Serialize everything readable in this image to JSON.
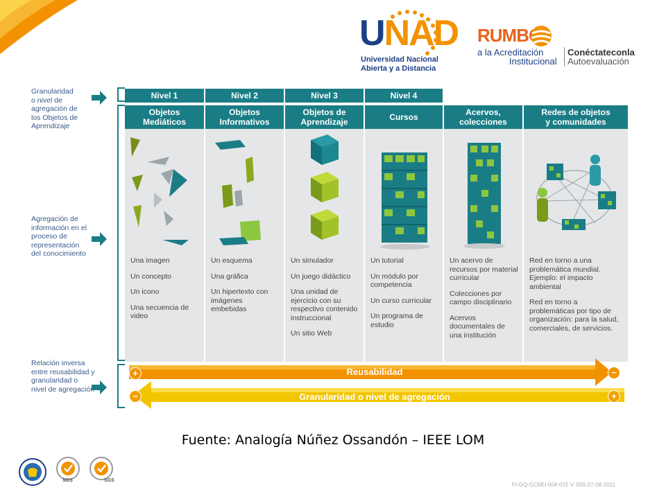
{
  "header": {
    "unad_word": "UNAD",
    "unad_line1": "Universidad Nacional",
    "unad_line2": "Abierta y a Distancia",
    "rumbo": "RUMBO",
    "acred_line1": "a la Acreditación",
    "acred_line2": "Institucional",
    "conect_line1": "Conéctateconla",
    "conect_line2": "Autoevaluación"
  },
  "left_labels": {
    "granularidad": [
      "Granularidad",
      "o nivel de",
      "agregación de",
      "los Objetos de",
      "Aprendizaje"
    ],
    "agregacion": [
      "Agregación de",
      "información en el",
      "proceso de",
      "representación",
      "del conocimiento"
    ],
    "relacion": [
      "Relación inversa",
      "entre  reusabilidad y",
      "granularidad o",
      "nivel de agregación"
    ]
  },
  "levels": [
    "Nivel 1",
    "Nivel 2",
    "Nivel 3",
    "Nivel 4"
  ],
  "columns": [
    {
      "title1": "Objetos",
      "title2": "Mediáticos",
      "items": [
        "Una imagen",
        "Un concepto",
        "Un icono",
        "Una secuencia de video"
      ]
    },
    {
      "title1": "Objetos",
      "title2": "Informativos",
      "items": [
        "Un esquema",
        "Una gráfica",
        "Un hipertexto con imágenes embebidas"
      ]
    },
    {
      "title1": "Objetos de",
      "title2": "Aprendizaje",
      "items": [
        "Un simulador",
        "Un juego didáctico",
        "Una unidad de ejercicio con su respectivo contenido instruccional",
        "Un sitio  Web"
      ]
    },
    {
      "title1": "Cursos",
      "title2": "",
      "items": [
        "Un tutorial",
        "Un módulo por competencia",
        "Un curso curricular",
        "Un programa de estudio"
      ]
    },
    {
      "title1": "Acervos,",
      "title2": "colecciones",
      "items": [
        "Un acervo de recursos por material curricular",
        "Colecciones por campo disciplinario",
        "Acervos documentales de una institución"
      ]
    },
    {
      "title1": "Redes de objetos",
      "title2": "y comunidades",
      "items": [
        "Red en torno a una problemática mundial. Ejemplo: el impacto ambiental",
        "Red en torno a problemáticas por tipo de organización: para la salud, comerciales, de servicios."
      ]
    }
  ],
  "arrows": {
    "reusabilidad": "Reusabilidad",
    "granularidad": "Granularidad o nivel de agregación",
    "plus": "+",
    "minus": "−"
  },
  "source": "Fuente: Analogía Núñez Ossandón – IEEE LOM",
  "footer": {
    "code": "FI-GQ-GCMU-004-015 V. 000-27-08-2011",
    "sgs": "SGS"
  },
  "colors": {
    "teal": "#1a7d86",
    "orange": "#f39200",
    "yellow": "#f2c500",
    "navy": "#1d3f86",
    "green": "#8dc63f"
  }
}
